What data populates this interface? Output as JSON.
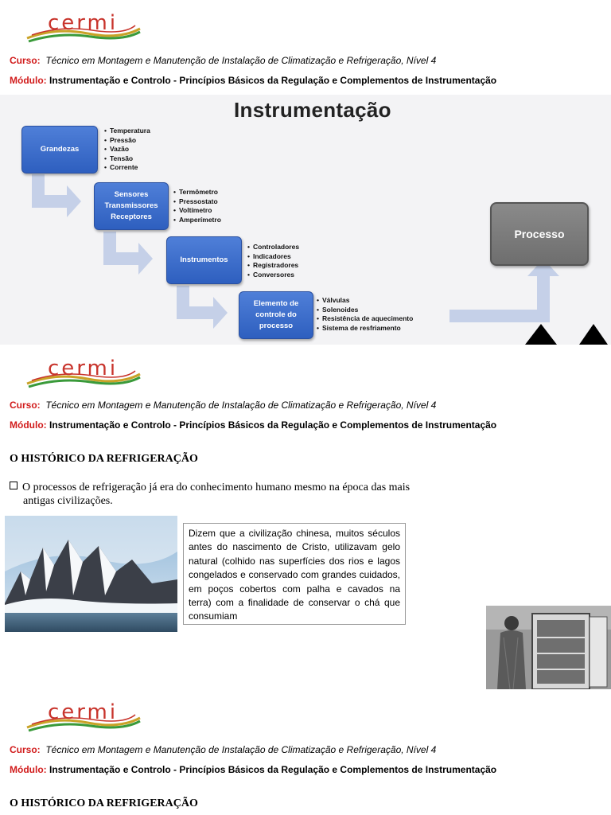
{
  "header": {
    "logo_text": "cermi",
    "course_label": "Curso:",
    "course_value": "Técnico em Montagem e Manutenção de Instalação de Climatização e Refrigeração, Nível 4",
    "module_label": "Módulo:",
    "module_value": "Instrumentação e Controlo - Princípios Básicos da Regulação e Complementos de Instrumentação"
  },
  "diagram": {
    "title": "Instrumentação",
    "boxes": {
      "grandezas": "Grandezas",
      "sensores": [
        "Sensores",
        "Transmissores",
        "Receptores"
      ],
      "instrumentos": "Instrumentos",
      "elemento": [
        "Elemento de",
        "controle do",
        "processo"
      ],
      "processo": "Processo"
    },
    "lists": {
      "grandezas": [
        "Temperatura",
        "Pressão",
        "Vazão",
        "Tensão",
        "Corrente"
      ],
      "sensores": [
        "Termômetro",
        "Pressostato",
        "Voltímetro",
        "Amperímetro"
      ],
      "instrumentos": [
        "Controladores",
        "Indicadores",
        "Registradores",
        "Conversores"
      ],
      "elemento": [
        "Válvulas",
        "Solenoides",
        "Resistência de aquecimento",
        "Sistema de resfriamento"
      ]
    },
    "colors": {
      "box": "#3366cc",
      "arrow": "#c5d0e8",
      "processo": "#777777"
    }
  },
  "section1": {
    "title": "O HISTÓRICO DA REFRIGERAÇÃO",
    "bullet_line1": "O processos de refrigeração já era do conhecimento humano mesmo na época das mais",
    "bullet_line2": "antigas civilizações.",
    "textbox": "Dizem que a civilização chinesa, muitos séculos antes do nascimento de Cristo, utilizavam gelo natural (colhido nas superfícies dos rios e lagos congelados e conservado com grandes cuidados, em poços cobertos com palha e cavados na terra) com a finalidade de conservar o chá que consumiam"
  },
  "section2": {
    "title": "O HISTÓRICO DA REFRIGERAÇÃO"
  }
}
